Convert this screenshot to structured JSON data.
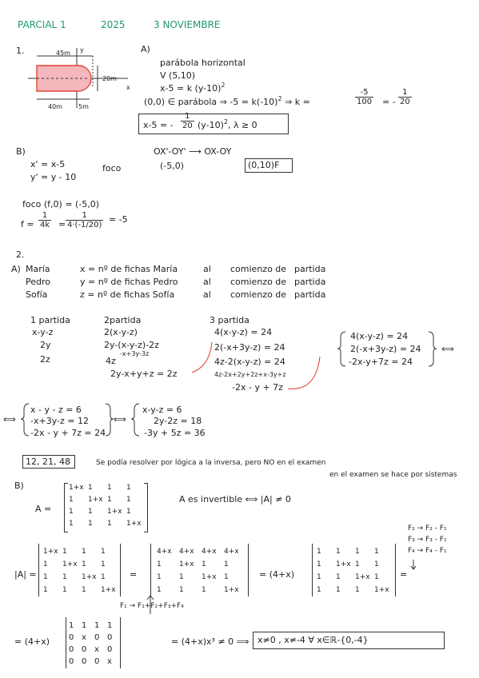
{
  "header": {
    "parcial": "PARCIAL 1",
    "year": "2025",
    "date": "3 NOVIEMBRE"
  },
  "p1": {
    "num": "1.",
    "figure": {
      "w45": "45m",
      "y": "y",
      "h20": "20m",
      "x": "x",
      "w40": "40m",
      "w5": "5m"
    },
    "a": {
      "label": "A)",
      "l1": "parábola horizontal",
      "l2": "V (5,10)",
      "l3": "x-5 = k (y-10)",
      "l3sup": "2",
      "l4a": "(0,0) ∈ parábola ⇒ -5 = k(-10)",
      "l4sup": "2",
      "l4b": "⇒ k =",
      "f1n": "-5",
      "f1d": "100",
      "eq": "= -",
      "f2n": "1",
      "f2d": "20",
      "box1": "x-5 = -",
      "box1n": "1",
      "box1d": "20",
      "box1b": "(y-10)",
      "box1sup": "2",
      "box1c": ", λ ≥ 0"
    },
    "b": {
      "label": "B)",
      "xp": "x' = x-5",
      "yp": "y' = y - 10",
      "foco": "foco",
      "map": "OX'-OY'  ⟶  OX-OY",
      "m5": "(-5,0)",
      "boxF": "(0,10)F",
      "foco2": "foco (f,0) = (-5,0)",
      "fe": "f =",
      "fa_n": "1",
      "fa_d": "4k",
      "eq": "=",
      "fb_n": "1",
      "fb_d": "4·(-1/20)",
      "res": "= -5"
    }
  },
  "p2": {
    "num": "2.",
    "a": {
      "label": "A)",
      "rows": [
        {
          "name": "María",
          "def": "x = nº de fichas María",
          "al": "al",
          "com": "comienzo de",
          "par": "partida"
        },
        {
          "name": "Pedro",
          "def": "y = nº de fichas Pedro",
          "al": "al",
          "com": "comienzo de",
          "par": "partida"
        },
        {
          "name": "Sofía",
          "def": "z = nº de fichas Sofía",
          "al": "al",
          "com": "comienzo de",
          "par": "partida"
        }
      ],
      "c1h": "1 partida",
      "c1a": "x-y-z",
      "c1b": "2y",
      "c1c": "2z",
      "c2h": "2partida",
      "c2a": "2(x-y-z)",
      "c2b": "2y-(x-y-z)-2z",
      "c2bsub": "-x+3y-3z",
      "c2c": "4z",
      "c2d": "2y-x+y+z = 2z",
      "c3h": "3 partida",
      "c3a": "4(x-y-z) = 24",
      "c3b": "2(-x+3y-z) = 24",
      "c3c": "4z-2(x-y-z) = 24",
      "c3csub": "4z-2x+2y+2z+x-3y+z",
      "c3d": "-2x - y + 7z",
      "s1": "4(x-y-z) = 24",
      "s2": "2(-x+3y-z) = 24",
      "s3": "-2x-y+7z = 24",
      "eqv": "⟺",
      "sysA": [
        "x - y - z = 6",
        "-x+3y-z = 12",
        "-2x - y + 7z = 24"
      ],
      "sysB": [
        "x-y-z = 6",
        "2y-2z = 18",
        "-3y + 5z = 36"
      ],
      "answer": "12, 21, 48",
      "note1": "Se podía resolver por lógica a la inversa, pero NO en el examen",
      "note2": "en el examen se hace por sistemas"
    },
    "b": {
      "label": "B)",
      "A": "A =",
      "mat": [
        [
          "1+x",
          "1",
          "1",
          "1"
        ],
        [
          "1",
          "1+x",
          "1",
          "1"
        ],
        [
          "1",
          "1",
          "1+x",
          "1"
        ],
        [
          "1",
          "1",
          "1",
          "1+x"
        ]
      ],
      "inv": "A es invertible ⟺ |A| ≠ 0",
      "detA": "|A| =",
      "mat2": [
        [
          "4+x",
          "4+x",
          "4+x",
          "4+x"
        ],
        [
          "1",
          "1+x",
          "1",
          "1"
        ],
        [
          "1",
          "1",
          "1+x",
          "1"
        ],
        [
          "1",
          "1",
          "1",
          "1+x"
        ]
      ],
      "mat3": [
        [
          "1",
          "1",
          "1",
          "1"
        ],
        [
          "1",
          "1+x",
          "1",
          "1"
        ],
        [
          "1",
          "1",
          "1+x",
          "1"
        ],
        [
          "1",
          "1",
          "1",
          "1+x"
        ]
      ],
      "mat4": [
        [
          "1",
          "1",
          "1",
          "1"
        ],
        [
          "0",
          "x",
          "0",
          "0"
        ],
        [
          "0",
          "0",
          "x",
          "0"
        ],
        [
          "0",
          "0",
          "0",
          "x"
        ]
      ],
      "eq": "=",
      "fac": "= (4+x)",
      "rowop": "F₁ → F₁+F₂+F₃+F₄",
      "ops": [
        "F₂ → F₂ - F₁",
        "F₃ → F₃ - F₁",
        "F₄ → F₄ - F₁"
      ],
      "fac2": "= (4+x)",
      "res": "= (4+x)x³ ≠ 0 ⟹",
      "final": "x≠0 , x≠-4    ∀ x∈ℝ-{0,-4}"
    }
  },
  "colors": {
    "title": "#1e9a6a",
    "ink": "#222222",
    "red": "#e0433a",
    "fill": "#f4b7bb",
    "figure": "#e0433a"
  }
}
